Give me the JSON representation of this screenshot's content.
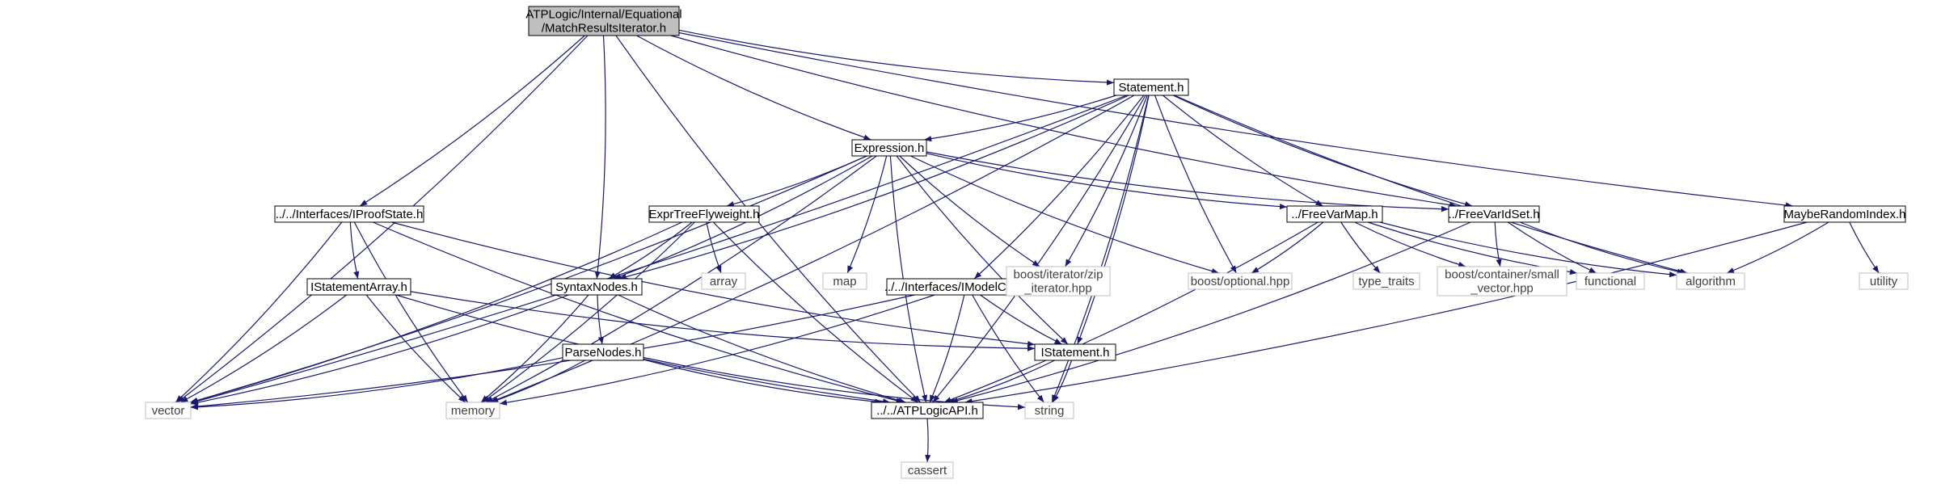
{
  "colors": {
    "edge": "#191970",
    "root_fill": "#bfbfbf",
    "node_fill": "#ffffff",
    "node_stroke": "#000000",
    "ext_stroke": "#bfbfbf",
    "ext_text": "#404040"
  },
  "nodes": [
    {
      "id": "root",
      "kind": "root",
      "lines": [
        "ATPLogic/Internal/Equational",
        "/MatchResultsIterator.h"
      ]
    },
    {
      "id": "statement",
      "kind": "file",
      "lines": [
        "Statement.h"
      ]
    },
    {
      "id": "expression",
      "kind": "file",
      "lines": [
        "Expression.h"
      ]
    },
    {
      "id": "iproofstate",
      "kind": "file",
      "lines": [
        "../../Interfaces/IProofState.h"
      ]
    },
    {
      "id": "exprtree",
      "kind": "file",
      "lines": [
        "ExprTreeFlyweight.h"
      ]
    },
    {
      "id": "freevarmap",
      "kind": "file",
      "lines": [
        "../FreeVarMap.h"
      ]
    },
    {
      "id": "freevarid",
      "kind": "file",
      "lines": [
        "../FreeVarIdSet.h"
      ]
    },
    {
      "id": "mayberandom",
      "kind": "file",
      "lines": [
        "MaybeRandomIndex.h"
      ]
    },
    {
      "id": "istmtarray",
      "kind": "file",
      "lines": [
        "IStatementArray.h"
      ]
    },
    {
      "id": "syntaxnodes",
      "kind": "file",
      "lines": [
        "SyntaxNodes.h"
      ]
    },
    {
      "id": "imodelctx",
      "kind": "file",
      "lines": [
        "../../Interfaces/IModelContext.h"
      ]
    },
    {
      "id": "istatement",
      "kind": "file",
      "lines": [
        "IStatement.h"
      ]
    },
    {
      "id": "parsenodes",
      "kind": "file",
      "lines": [
        "ParseNodes.h"
      ]
    },
    {
      "id": "atpapi",
      "kind": "file",
      "lines": [
        "../../ATPLogicAPI.h"
      ]
    },
    {
      "id": "vector",
      "kind": "ext",
      "lines": [
        "vector"
      ]
    },
    {
      "id": "memory",
      "kind": "ext",
      "lines": [
        "memory"
      ]
    },
    {
      "id": "string",
      "kind": "ext",
      "lines": [
        "string"
      ]
    },
    {
      "id": "cassert",
      "kind": "ext",
      "lines": [
        "cassert"
      ]
    },
    {
      "id": "map",
      "kind": "ext",
      "lines": [
        "map"
      ]
    },
    {
      "id": "array",
      "kind": "ext",
      "lines": [
        "array"
      ]
    },
    {
      "id": "zipiter",
      "kind": "ext",
      "lines": [
        "boost/iterator/zip",
        "_iterator.hpp"
      ]
    },
    {
      "id": "optional",
      "kind": "ext",
      "lines": [
        "boost/optional.hpp"
      ]
    },
    {
      "id": "typetraits",
      "kind": "ext",
      "lines": [
        "type_traits"
      ]
    },
    {
      "id": "smallvec",
      "kind": "ext",
      "lines": [
        "boost/container/small",
        "_vector.hpp"
      ]
    },
    {
      "id": "functional",
      "kind": "ext",
      "lines": [
        "functional"
      ]
    },
    {
      "id": "algorithm",
      "kind": "ext",
      "lines": [
        "algorithm"
      ]
    },
    {
      "id": "utility",
      "kind": "ext",
      "lines": [
        "utility"
      ]
    }
  ],
  "edges": [
    [
      "root",
      "statement"
    ],
    [
      "root",
      "expression"
    ],
    [
      "root",
      "iproofstate"
    ],
    [
      "root",
      "syntaxnodes"
    ],
    [
      "root",
      "atpapi"
    ],
    [
      "root",
      "vector"
    ],
    [
      "root",
      "freevarid"
    ],
    [
      "root",
      "mayberandom"
    ],
    [
      "statement",
      "expression"
    ],
    [
      "statement",
      "syntaxnodes"
    ],
    [
      "statement",
      "vector"
    ],
    [
      "statement",
      "memory"
    ],
    [
      "statement",
      "zipiter"
    ],
    [
      "statement",
      "optional"
    ],
    [
      "statement",
      "freevarmap"
    ],
    [
      "statement",
      "freevarid"
    ],
    [
      "statement",
      "imodelctx"
    ],
    [
      "statement",
      "istatement"
    ],
    [
      "statement",
      "atpapi"
    ],
    [
      "statement",
      "string"
    ],
    [
      "statement",
      "algorithm"
    ],
    [
      "expression",
      "exprtree"
    ],
    [
      "expression",
      "syntaxnodes"
    ],
    [
      "expression",
      "map"
    ],
    [
      "expression",
      "zipiter"
    ],
    [
      "expression",
      "freevarmap"
    ],
    [
      "expression",
      "freevarid"
    ],
    [
      "expression",
      "optional"
    ],
    [
      "expression",
      "istatement"
    ],
    [
      "expression",
      "atpapi"
    ],
    [
      "expression",
      "memory"
    ],
    [
      "expression",
      "vector"
    ],
    [
      "iproofstate",
      "istmtarray"
    ],
    [
      "iproofstate",
      "vector"
    ],
    [
      "iproofstate",
      "memory"
    ],
    [
      "iproofstate",
      "atpapi"
    ],
    [
      "iproofstate",
      "istatement"
    ],
    [
      "exprtree",
      "syntaxnodes"
    ],
    [
      "exprtree",
      "array"
    ],
    [
      "exprtree",
      "atpapi"
    ],
    [
      "exprtree",
      "memory"
    ],
    [
      "exprtree",
      "vector"
    ],
    [
      "freevarmap",
      "optional"
    ],
    [
      "freevarmap",
      "typetraits"
    ],
    [
      "freevarmap",
      "smallvec"
    ],
    [
      "freevarmap",
      "functional"
    ],
    [
      "freevarmap",
      "algorithm"
    ],
    [
      "freevarmap",
      "atpapi"
    ],
    [
      "freevarid",
      "smallvec"
    ],
    [
      "freevarid",
      "functional"
    ],
    [
      "freevarid",
      "algorithm"
    ],
    [
      "freevarid",
      "atpapi"
    ],
    [
      "mayberandom",
      "algorithm"
    ],
    [
      "mayberandom",
      "utility"
    ],
    [
      "mayberandom",
      "atpapi"
    ],
    [
      "istmtarray",
      "istatement"
    ],
    [
      "istmtarray",
      "vector"
    ],
    [
      "istmtarray",
      "memory"
    ],
    [
      "istmtarray",
      "atpapi"
    ],
    [
      "syntaxnodes",
      "parsenodes"
    ],
    [
      "syntaxnodes",
      "vector"
    ],
    [
      "syntaxnodes",
      "memory"
    ],
    [
      "syntaxnodes",
      "atpapi"
    ],
    [
      "imodelctx",
      "istatement"
    ],
    [
      "imodelctx",
      "atpapi"
    ],
    [
      "imodelctx",
      "memory"
    ],
    [
      "imodelctx",
      "vector"
    ],
    [
      "imodelctx",
      "string"
    ],
    [
      "istatement",
      "atpapi"
    ],
    [
      "istatement",
      "string"
    ],
    [
      "parsenodes",
      "vector"
    ],
    [
      "parsenodes",
      "memory"
    ],
    [
      "parsenodes",
      "atpapi"
    ],
    [
      "parsenodes",
      "string"
    ],
    [
      "atpapi",
      "cassert"
    ]
  ]
}
